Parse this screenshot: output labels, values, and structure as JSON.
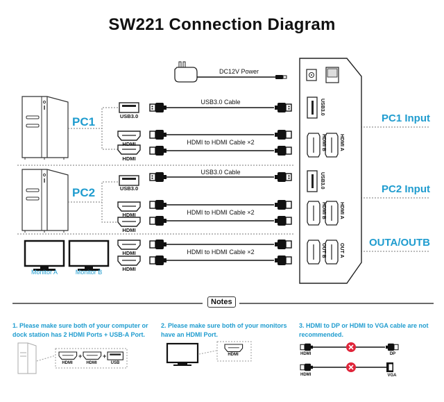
{
  "title": "SW221 Connection Diagram",
  "colors": {
    "accent": "#1f9ccf",
    "error": "#e0253a",
    "line": "#111111"
  },
  "power": {
    "label": "DC12V Power",
    "icon": "power-adapter-icon"
  },
  "sources": [
    {
      "label": "PC1",
      "icon": "desktop-tower-icon",
      "ports": [
        "USB3.0",
        "HDMI",
        "HDMI"
      ]
    },
    {
      "label": "PC2",
      "icon": "desktop-tower-icon",
      "ports": [
        "USB3.0",
        "HDMI",
        "HDMI"
      ]
    }
  ],
  "monitors": [
    {
      "label": "Monitor A",
      "icon": "monitor-icon"
    },
    {
      "label": "Monitor B",
      "icon": "monitor-icon"
    }
  ],
  "monitor_ports": [
    "HDMI",
    "HDMI"
  ],
  "cables": {
    "pc1_usb": "USB3.0 Cable",
    "pc1_hdmi": "HDMI to HDMI Cable ×2",
    "pc2_usb": "USB3.0 Cable",
    "pc2_hdmi": "HDMI to HDMI Cable ×2",
    "out_hdmi": "HDMI to HDMI Cable ×2"
  },
  "device": {
    "groups": [
      {
        "label": "PC1 Input",
        "ports": [
          "USB3.0",
          "HDMI B",
          "HDMI A"
        ]
      },
      {
        "label": "PC2 Input",
        "ports": [
          "USB3.0",
          "HDMI B",
          "HDMI A"
        ]
      },
      {
        "label": "OUTA/OUTB",
        "ports": [
          "OUT B",
          "OUT A"
        ]
      }
    ],
    "top_icons": [
      "dc-jack-icon",
      "power-switch-icon"
    ]
  },
  "notes": {
    "heading": "Notes",
    "items": [
      {
        "line1": "1. Please make sure both of your computer or",
        "line2": "dock station has 2 HDMI Ports + USB-A Port.",
        "ports": [
          "HDMI",
          "HDMI",
          "USB"
        ]
      },
      {
        "line1": "2. Please make sure both of your monitors",
        "line2": "have an HDMI Port.",
        "ports": [
          "HDMI"
        ]
      },
      {
        "line1": "3. HDMI to DP or HDMI to VGA cable are not",
        "line2": "recommended.",
        "cables": [
          {
            "from": "HDMI",
            "to": "DP",
            "status": "not-recommended"
          },
          {
            "from": "HDMI",
            "to": "VGA",
            "status": "not-recommended"
          }
        ]
      }
    ]
  }
}
